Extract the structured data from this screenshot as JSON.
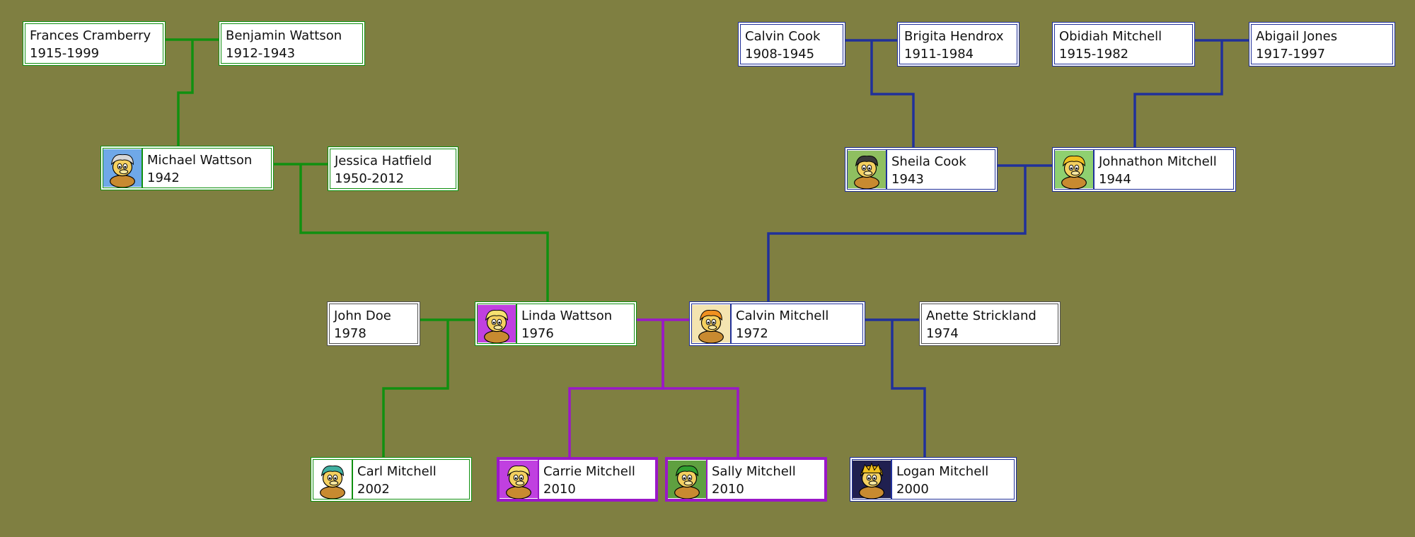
{
  "colors": {
    "background": "#7f7f41",
    "green": "#109010",
    "blue": "#20309a",
    "purple": "#9a18c8",
    "gray": "#505050"
  },
  "people": [
    {
      "id": "frances",
      "name": "Frances Cramberry",
      "years": "1915-1999",
      "color": "green",
      "avatar": null
    },
    {
      "id": "benjamin",
      "name": "Benjamin Wattson",
      "years": "1912-1943",
      "color": "green",
      "avatar": null
    },
    {
      "id": "michael",
      "name": "Michael Wattson",
      "years": "1942",
      "color": "green",
      "avatar": "gray-koopa-icon"
    },
    {
      "id": "jessica",
      "name": "Jessica Hatfield",
      "years": "1950-2012",
      "color": "green",
      "avatar": null
    },
    {
      "id": "calvin-cook",
      "name": "Calvin Cook",
      "years": "1908-1945",
      "color": "blue",
      "avatar": null
    },
    {
      "id": "brigita",
      "name": "Brigita Hendrox",
      "years": "1911-1984",
      "color": "blue",
      "avatar": null
    },
    {
      "id": "obidiah",
      "name": "Obidiah Mitchell",
      "years": "1915-1982",
      "color": "blue",
      "avatar": null
    },
    {
      "id": "abigail",
      "name": "Abigail Jones",
      "years": "1917-1997",
      "color": "blue",
      "avatar": null
    },
    {
      "id": "sheila",
      "name": "Sheila Cook",
      "years": "1943",
      "color": "blue",
      "avatar": "dark-hair-koopa-icon"
    },
    {
      "id": "johnathon",
      "name": "Johnathon Mitchell",
      "years": "1944",
      "color": "blue",
      "avatar": "yellow-koopa-icon"
    },
    {
      "id": "john",
      "name": "John Doe",
      "years": "1978",
      "color": "gray",
      "avatar": null
    },
    {
      "id": "linda",
      "name": "Linda Wattson",
      "years": "1976",
      "color": "green",
      "avatar": "blonde-koopa-icon"
    },
    {
      "id": "calvin-mitchell",
      "name": "Calvin Mitchell",
      "years": "1972",
      "color": "blue",
      "avatar": "orange-koopa-icon"
    },
    {
      "id": "anette",
      "name": "Anette Strickland",
      "years": "1974",
      "color": "gray",
      "avatar": null
    },
    {
      "id": "carl",
      "name": "Carl Mitchell",
      "years": "2002",
      "color": "green",
      "avatar": "teal-hair-koopa-icon"
    },
    {
      "id": "carrie",
      "name": "Carrie Mitchell",
      "years": "2010",
      "color": "purple",
      "avatar": "blonde-koopa-icon"
    },
    {
      "id": "sally",
      "name": "Sally Mitchell",
      "years": "2010",
      "color": "purple",
      "avatar": "green-hair-koopa-icon"
    },
    {
      "id": "logan",
      "name": "Logan Mitchell",
      "years": "2000",
      "color": "blue",
      "avatar": "crowned-koopa-icon"
    }
  ],
  "couples": [
    {
      "a": "frances",
      "b": "benjamin",
      "color": "green"
    },
    {
      "a": "michael",
      "b": "jessica",
      "color": "green"
    },
    {
      "a": "calvin-cook",
      "b": "brigita",
      "color": "blue"
    },
    {
      "a": "obidiah",
      "b": "abigail",
      "color": "blue"
    },
    {
      "a": "sheila",
      "b": "johnathon",
      "color": "blue"
    },
    {
      "a": "john",
      "b": "linda",
      "color": "green"
    },
    {
      "a": "linda",
      "b": "calvin-mitchell",
      "color": "purple"
    },
    {
      "a": "calvin-mitchell",
      "b": "anette",
      "color": "blue"
    }
  ],
  "descents": [
    {
      "parents": [
        "frances",
        "benjamin"
      ],
      "child": "michael",
      "color": "green"
    },
    {
      "parents": [
        "michael",
        "jessica"
      ],
      "child": "linda",
      "color": "green"
    },
    {
      "parents": [
        "calvin-cook",
        "brigita"
      ],
      "child": "sheila",
      "color": "blue"
    },
    {
      "parents": [
        "obidiah",
        "abigail"
      ],
      "child": "johnathon",
      "color": "blue"
    },
    {
      "parents": [
        "sheila",
        "johnathon"
      ],
      "child": "calvin-mitchell",
      "color": "blue"
    },
    {
      "parents": [
        "john",
        "linda"
      ],
      "child": "carl",
      "color": "green"
    },
    {
      "parents": [
        "linda",
        "calvin-mitchell"
      ],
      "child": "carrie",
      "color": "purple"
    },
    {
      "parents": [
        "linda",
        "calvin-mitchell"
      ],
      "child": "sally",
      "color": "purple"
    },
    {
      "parents": [
        "calvin-mitchell",
        "anette"
      ],
      "child": "logan",
      "color": "blue"
    }
  ]
}
